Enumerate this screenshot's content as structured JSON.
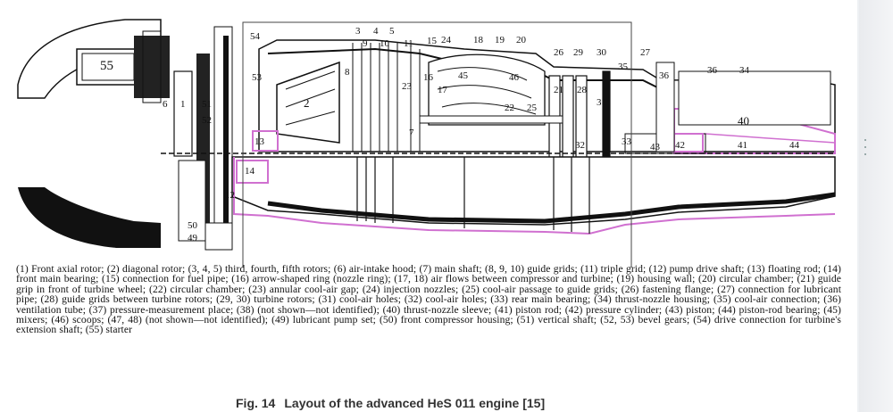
{
  "figure": {
    "caption_label": "Fig. 14",
    "caption_title": "Layout of the advanced HeS 011 engine [15]"
  },
  "callouts": {
    "c1": "1",
    "c2": "2",
    "c3": "3",
    "c4": "4",
    "c5": "5",
    "c6": "6",
    "c7": "7",
    "c9": "9",
    "c10": "10",
    "c11": "11",
    "c12": "12",
    "c13": "13",
    "c14": "14",
    "c15": "15",
    "c16": "16",
    "c17": "17",
    "c18": "18",
    "c19": "19",
    "c20": "20",
    "c21": "21",
    "c22": "22",
    "c23": "23",
    "c24": "24",
    "c25": "25",
    "c26": "26",
    "c27": "27",
    "c28": "28",
    "c29": "29",
    "c30": "30",
    "c31": "31",
    "c32": "32",
    "c33": "33",
    "c34": "34",
    "c35": "35",
    "c36": "36",
    "c36b": "36",
    "c40": "40",
    "c41": "41",
    "c42": "42",
    "c43": "43",
    "c44": "44",
    "c45": "45",
    "c46": "46",
    "c49": "49",
    "c50": "50",
    "c51": "51",
    "c52": "52",
    "c53": "53",
    "c54": "54",
    "c55": "55",
    "c8": "8"
  },
  "legend": [
    "(1) Front axial rotor;",
    "(2) diagonal rotor;",
    "(3, 4, 5) third, fourth, fifth rotors;",
    "(6) air-intake hood;",
    "(7) main shaft;",
    "(8, 9, 10) guide grids;",
    "(11) triple grid;",
    "(12) pump drive shaft;",
    "(13) floating rod;",
    "(14) front main bearing;",
    "(15) connection for fuel pipe;",
    "(16) arrow-shaped ring (nozzle ring);",
    "(17, 18) air flows between compressor and turbine;",
    "(19) housing wall;",
    "(20) circular chamber;",
    "(21) guide grip in front of turbine wheel;",
    "(22) circular chamber;",
    "(23) annular cool-air gap;",
    "(24) injection nozzles;",
    "(25) cool-air passage to guide grids;",
    "(26) fastening flange;",
    "(27) connection for lubricant pipe;",
    "(28) guide grids between turbine rotors;",
    "(29, 30) turbine rotors;",
    "(31) cool-air holes;",
    "(32) cool-air holes;",
    "(33) rear main bearing;",
    "(34) thrust-nozzle housing;",
    "(35) cool-air connection;",
    "(36) ventilation tube;",
    "(37) pressure-measurement place;",
    "(38) (not shown—not identified);",
    "(40) thrust-nozzle sleeve;",
    "(41) piston rod;",
    "(42) pressure cylinder;",
    "(43) piston;",
    "(44) piston-rod bearing;",
    "(45) mixers;",
    "(46) scoops;",
    "(47, 48) (not shown—not identified);",
    "(49) lubricant pump set;",
    "(50) front compressor housing;",
    "(51) vertical shaft;",
    "(52, 53) bevel gears;",
    "(54) drive connection for turbine's extension shaft;",
    "(55) starter"
  ],
  "colors": {
    "ink": "#111111",
    "highlight": "#d070d0",
    "box": "#444444",
    "guide": "#6ac6d6"
  }
}
